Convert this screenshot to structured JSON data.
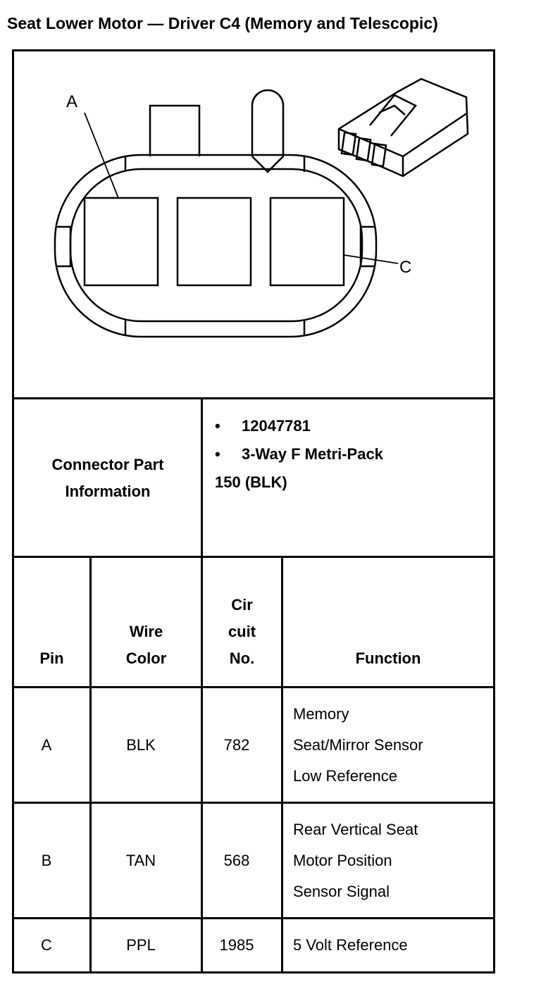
{
  "title": "Seat Lower Motor — Driver C4 (Memory and Telescopic)",
  "diagram": {
    "callouts": [
      "A",
      "C"
    ],
    "icons": [
      "connector-face-icon",
      "connector-body-icon"
    ]
  },
  "part_info": {
    "label_line1": "Connector Part",
    "label_line2": "Information",
    "bullet": "•",
    "part_number": "12047781",
    "description_line1": "3-Way F Metri-Pack",
    "description_line2": "150 (BLK)"
  },
  "table": {
    "headers": {
      "pin": "Pin",
      "wire_color_1": "Wire",
      "wire_color_2": "Color",
      "circuit_1": "Cir",
      "circuit_2": "cuit",
      "circuit_3": "No.",
      "function": "Function"
    },
    "rows": [
      {
        "pin": "A",
        "wire": "BLK",
        "circuit": "782",
        "function": [
          "Memory",
          "Seat/Mirror Sensor",
          "Low Reference"
        ]
      },
      {
        "pin": "B",
        "wire": "TAN",
        "circuit": "568",
        "function": [
          "Rear Vertical Seat",
          "Motor Position",
          "Sensor Signal"
        ]
      },
      {
        "pin": "C",
        "wire": "PPL",
        "circuit": "1985",
        "function": [
          "5 Volt Reference"
        ]
      }
    ]
  }
}
